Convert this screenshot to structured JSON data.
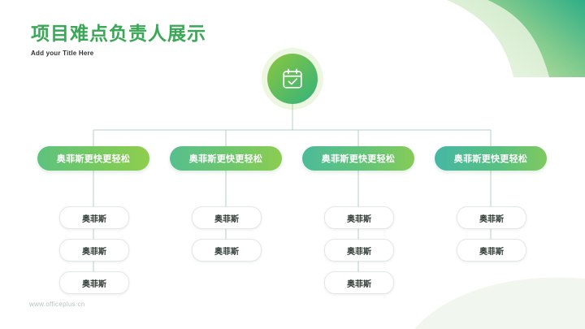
{
  "slide": {
    "title": "项目难点负责人展示",
    "subtitle": "Add your Title Here",
    "footer_url": "www.officeplus.cn",
    "accent_colors": {
      "title_green": "#3aa856",
      "gradient_start": "#8cc63f",
      "gradient_end": "#31b37c",
      "pill_border": "#e2e8e4",
      "leaf_text": "#2f3b34",
      "footer_text": "#b9c4bd"
    }
  },
  "root": {
    "icon": "calendar-check-icon"
  },
  "branches": [
    {
      "label": "奥菲斯更快更轻松",
      "leaves": [
        {
          "label": "奥菲斯"
        },
        {
          "label": "奥菲斯"
        },
        {
          "label": "奥菲斯"
        }
      ]
    },
    {
      "label": "奥菲斯更快更轻松",
      "leaves": [
        {
          "label": "奥菲斯"
        },
        {
          "label": "奥菲斯"
        }
      ]
    },
    {
      "label": "奥菲斯更快更轻松",
      "leaves": [
        {
          "label": "奥菲斯"
        },
        {
          "label": "奥菲斯"
        },
        {
          "label": "奥菲斯"
        }
      ]
    },
    {
      "label": "奥菲斯更快更轻松",
      "leaves": [
        {
          "label": "奥菲斯"
        },
        {
          "label": "奥菲斯"
        }
      ]
    }
  ]
}
